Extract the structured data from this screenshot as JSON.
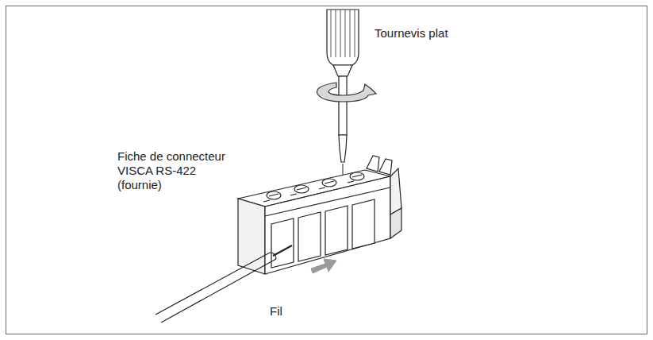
{
  "diagram": {
    "labels": [
      "Tournevis plat",
      "Fiche de connecteur VISCA RS-422 (fournie)",
      "Fil"
    ]
  }
}
